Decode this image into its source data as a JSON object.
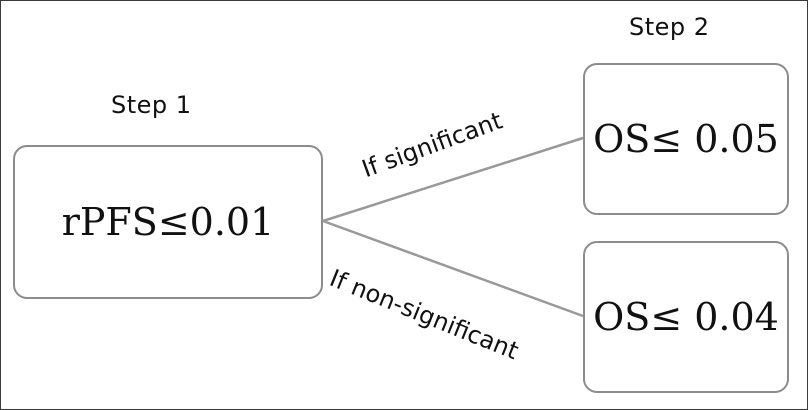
{
  "diagram": {
    "step1_label": "Step 1",
    "step2_label": "Step 2",
    "step1_node": "rPFS≤0.01",
    "significant_edge": "If significant",
    "nonsignificant_edge": "If non-significant",
    "significant_node": "OS≤ 0.05",
    "nonsignificant_node": "OS≤ 0.04"
  },
  "colors": {
    "border": "#8c8c8c",
    "line": "#999999",
    "text": "#111111"
  }
}
